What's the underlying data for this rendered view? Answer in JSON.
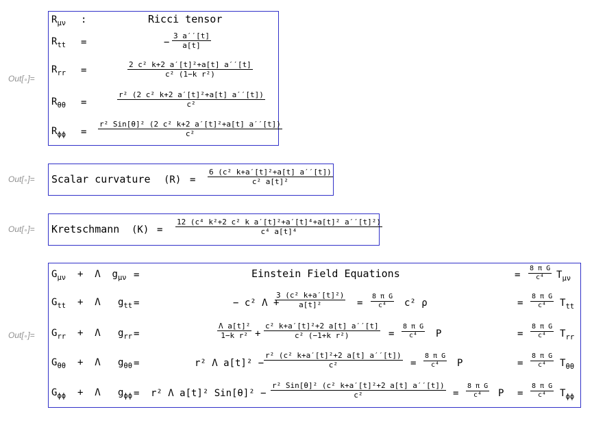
{
  "out_label": "Out[",
  "out_glyph": "∘",
  "out_suffix": "]=",
  "ricci": {
    "header_sym": "Rμν",
    "header_colon": ":",
    "header_title": "Ricci tensor",
    "rows": [
      {
        "lhs": "Rtt",
        "eq": "=",
        "num": "3 a′′[t]",
        "den": "a[t]",
        "prefix": "−"
      },
      {
        "lhs": "Rrr",
        "eq": "=",
        "num": "2 c² k+2 a′[t]²+a[t] a′′[t]",
        "den": "c² (1−k r²)",
        "prefix": ""
      },
      {
        "lhs": "Rθθ",
        "eq": "=",
        "num": "r² (2 c² k+2 a′[t]²+a[t] a′′[t])",
        "den": "c²",
        "prefix": ""
      },
      {
        "lhs": "Rϕϕ",
        "eq": "=",
        "num": "r² Sin[θ]² (2 c² k+2 a′[t]²+a[t] a′′[t])",
        "den": "c²",
        "prefix": ""
      }
    ]
  },
  "scalar": {
    "label": "Scalar curvature",
    "sym": "(R)",
    "eq": "=",
    "num": "6 (c² k+a′[t]²+a[t] a′′[t])",
    "den": "c² a[t]²"
  },
  "kretsch": {
    "label": "Kretschmann",
    "sym": "(K)",
    "eq": "=",
    "num": "12 (c⁴ k²+2 c² k a′[t]²+a′[t]⁴+a[t]² a′′[t]²)",
    "den": "c⁴ a[t]⁴"
  },
  "einstein": {
    "header_lhs": "Gμν + Λ gμν",
    "header_eq": "=",
    "header_title": "Einstein Field Equations",
    "header_rhs_eq": "=",
    "header_rhs_t": "Tμν",
    "fac_num": "8 π G",
    "fac_den": "c⁴",
    "rows": [
      {
        "lhs": "Gtt + Λ gtt",
        "eq": "=",
        "mid_pre": "− c² Λ +",
        "mid_num": "3 (c² k+a′[t]²)",
        "mid_den": "a[t]²",
        "mid_post": "",
        "rho": "c² ρ",
        "rhs_t": "Ttt"
      },
      {
        "lhs": "Grr + Λ grr",
        "eq": "=",
        "mid_pre": "",
        "mid_num": "Λ a[t]²",
        "mid_den": "1−k r²",
        "mid_post": "+",
        "mid_num2": "c² k+a′[t]²+2 a[t] a′′[t]",
        "mid_den2": "c² (−1+k r²)",
        "rho": "P",
        "rhs_t": "Trr"
      },
      {
        "lhs": "Gθθ + Λ gθθ",
        "eq": "=",
        "mid_pre": "r² Λ a[t]² −",
        "mid_num": "r² (c² k+a′[t]²+2 a[t] a′′[t])",
        "mid_den": "c²",
        "rho": "P",
        "rhs_t": "Tθθ"
      },
      {
        "lhs": "Gϕϕ + Λ gϕϕ",
        "eq": "=",
        "mid_pre": "r² Λ a[t]² Sin[θ]² −",
        "mid_num": "r² Sin[θ]² (c² k+a′[t]²+2 a[t] a′′[t])",
        "mid_den": "c²",
        "rho": "P",
        "rhs_t": "Tϕϕ"
      }
    ]
  }
}
